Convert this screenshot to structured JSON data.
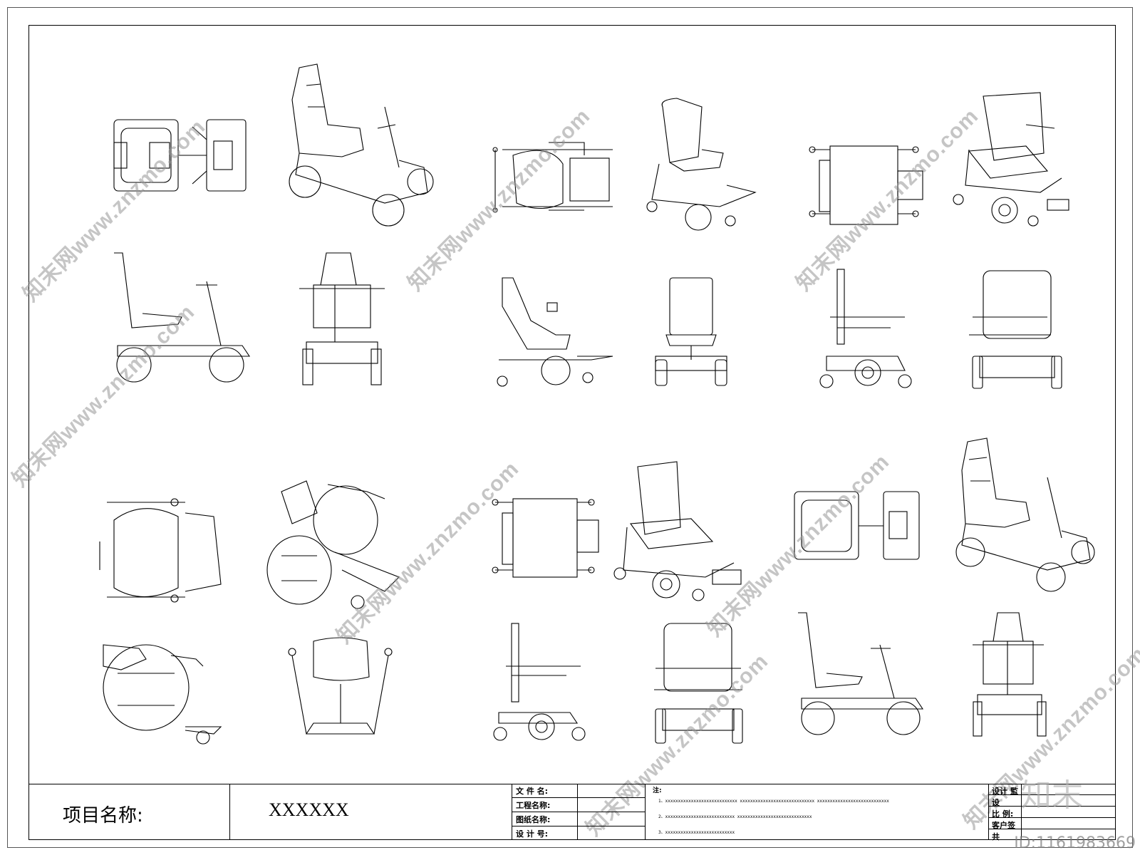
{
  "watermark": {
    "text": "知末网www.znzmo.com"
  },
  "title_block": {
    "project_label": "项目名称:",
    "project_value": "XXXXXX",
    "fields": [
      "文 件 名:",
      "工程名称:",
      "图纸名称:",
      "设 计 号:"
    ],
    "notes_label": "注:",
    "notes": [
      "1、xxxxxxxxxxxxxxxxxxxxxxxxxxxx    xxxxxxxxxxxxxxxxxxxxxxxxxxxxx    xxxxxxxxxxxxxxxxxxxxxxxxxxxx",
      "2、xxxxxxxxxxxxxxxxxxxxxxxxxxx    xxxxxxxxxxxxxxxxxxxxxxxxxxxxx",
      "3、xxxxxxxxxxxxxxxxxxxxxxxxxxx"
    ],
    "right_fields": [
      "设计",
      "设",
      "比   例:",
      "客户签",
      "共"
    ],
    "right_partial": [
      "監",
      "",
      "",
      "",
      ""
    ]
  },
  "logo": "知末",
  "id_tag": "ID:1161983669"
}
